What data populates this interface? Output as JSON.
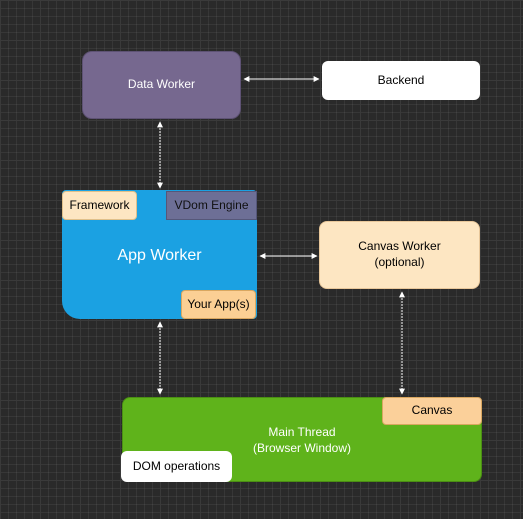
{
  "nodes": {
    "data_worker": "Data Worker",
    "backend": "Backend",
    "app_worker": "App Worker",
    "framework": "Framework",
    "vdom_engine": "VDom Engine",
    "your_apps": "Your App(s)",
    "canvas_worker": "Canvas Worker\n(optional)",
    "main_thread": "Main Thread\n(Browser Window)",
    "canvas": "Canvas",
    "dom_operations": "DOM operations"
  },
  "colors": {
    "background": "#2a2a2a",
    "data_worker": "#76688f",
    "app_worker": "#1ba1e2",
    "main_thread": "#5fb31b",
    "canvas_worker": "#fde6c2",
    "accent_orange": "#fbcf94",
    "connector": "#ffffff"
  },
  "connections": [
    {
      "from": "data_worker",
      "to": "backend",
      "direction": "bidirectional"
    },
    {
      "from": "data_worker",
      "to": "app_worker",
      "direction": "bidirectional"
    },
    {
      "from": "app_worker",
      "to": "canvas_worker",
      "direction": "bidirectional"
    },
    {
      "from": "app_worker",
      "to": "main_thread",
      "direction": "bidirectional"
    },
    {
      "from": "canvas_worker",
      "to": "canvas",
      "direction": "bidirectional"
    }
  ]
}
